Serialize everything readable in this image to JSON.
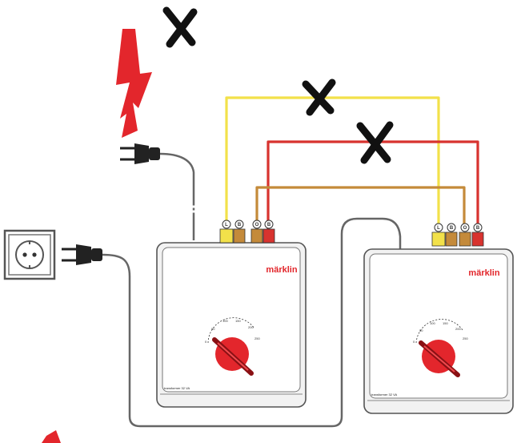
{
  "diagram": {
    "colors": {
      "yellow_wire": "#f2e14a",
      "red_wire": "#d8332f",
      "brown_wire": "#c48a3a",
      "knob": "#e3262c",
      "brand": "#e2262b",
      "warning": "#e3262c",
      "cable": "#666666"
    },
    "transformers": [
      {
        "brand": "märklin",
        "model": "transformer 32 VA",
        "terminals": [
          "L",
          "B",
          "O",
          "B"
        ],
        "dial_ticks": [
          "0",
          "50",
          "100",
          "150",
          "200",
          "250"
        ]
      },
      {
        "brand": "märklin",
        "model": "transformer 32 VA",
        "terminals": [
          "L",
          "B",
          "O",
          "B"
        ],
        "dial_ticks": [
          "0",
          "50",
          "100",
          "150",
          "200",
          "250"
        ]
      }
    ],
    "icons": {
      "forbidden": "cross-mark-icon",
      "hazard": "lightning-bolt-icon",
      "outlet": "wall-socket-icon",
      "plug": "power-plug-icon"
    }
  }
}
